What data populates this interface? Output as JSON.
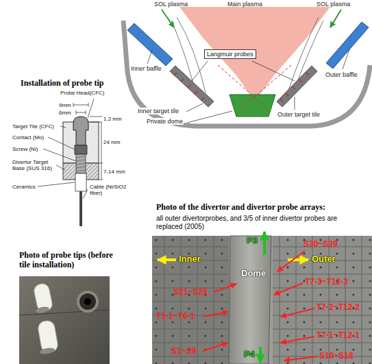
{
  "diagram": {
    "nodes": [
      {
        "text": [
          "Langmuir probes"
        ]
      }
    ],
    "labels": [
      "SOL plasma",
      "Main plasma",
      "SOL plasma",
      "Inner baffle",
      "Outer baffle",
      "Inner target tile",
      "Private dome",
      "Outer target tile",
      "Installation of probe tip",
      "Probe Head(CFC)",
      "9mm",
      "6mm",
      "1.2 mm",
      "Target Tile (CFC)",
      "Contact (Mo)",
      "24 mm",
      "Screw (Ni)",
      "Divertor Target Base (SUS 316)",
      "7-14 mm",
      "Ceramics",
      "Cable (Ni/SiO2 fiber)",
      "Photo of probe tips (before tile installation)",
      "Photo of the divertor and divertor probe arrays:",
      "all outer divertorprobes, and 3/5 of inner divertor probes are replaced (2005)",
      "P3",
      "Inner",
      "Outer",
      "Dome",
      "S21~S29",
      "S30~S39",
      "T7-3~T12-3",
      "T7-2~T12-2",
      "T1-1~T6-1",
      "T7-1~T12-1",
      "S1~S9",
      "S10~S18",
      "P4"
    ]
  }
}
